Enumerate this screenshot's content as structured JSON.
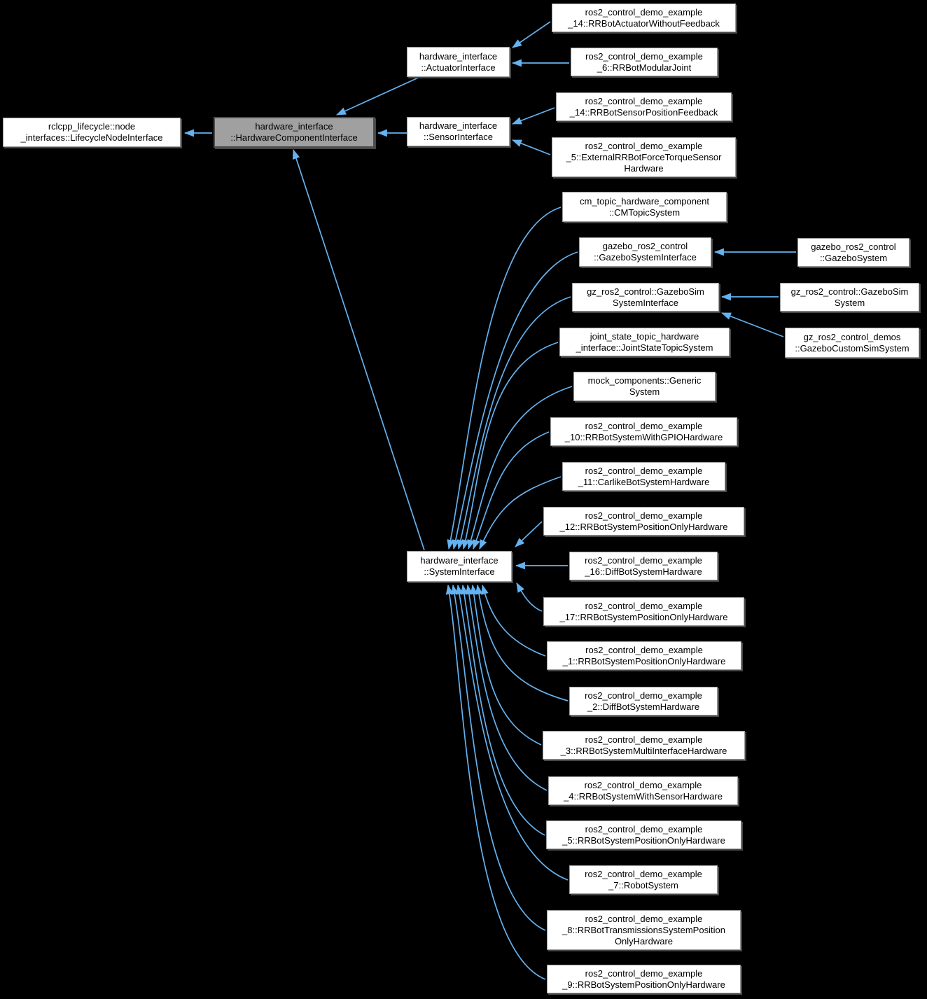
{
  "diagram": {
    "title": "Inheritance graph for hardware_interface::HardwareComponentInterface",
    "background": "#000000",
    "arrow_color": "#64b2f0",
    "node_fill": "#ffffff",
    "node_border": "#9c9c9c",
    "highlight_fill": "#a0a0a0",
    "highlight_border": "#4e4e4e",
    "text_color": "#000000"
  },
  "nodes": {
    "lifecycle": {
      "label": "rclcpp_lifecycle::node\n_interfaces::LifecycleNodeInterface"
    },
    "hci": {
      "label": "hardware_interface\n::HardwareComponentInterface",
      "highlighted": true
    },
    "actuator": {
      "label": "hardware_interface\n::ActuatorInterface"
    },
    "sensor": {
      "label": "hardware_interface\n::SensorInterface"
    },
    "system": {
      "label": "hardware_interface\n::SystemInterface"
    },
    "ex14a": {
      "label": "ros2_control_demo_example\n_14::RRBotActuatorWithoutFeedback"
    },
    "ex6": {
      "label": "ros2_control_demo_example\n_6::RRBotModularJoint"
    },
    "ex14s": {
      "label": "ros2_control_demo_example\n_14::RRBotSensorPositionFeedback"
    },
    "ex5ft": {
      "label": "ros2_control_demo_example\n_5::ExternalRRBotForceTorqueSensor\nHardware"
    },
    "cm": {
      "label": "cm_topic_hardware_component\n::CMTopicSystem"
    },
    "gzrsi": {
      "label": "gazebo_ros2_control\n::GazeboSystemInterface"
    },
    "gzsimsi": {
      "label": "gz_ros2_control::GazeboSim\nSystemInterface"
    },
    "jst": {
      "label": "joint_state_topic_hardware\n_interface::JointStateTopicSystem"
    },
    "mock": {
      "label": "mock_components::Generic\nSystem"
    },
    "ex10": {
      "label": "ros2_control_demo_example\n_10::RRBotSystemWithGPIOHardware"
    },
    "ex11": {
      "label": "ros2_control_demo_example\n_11::CarlikeBotSystemHardware"
    },
    "ex12": {
      "label": "ros2_control_demo_example\n_12::RRBotSystemPositionOnlyHardware"
    },
    "ex16": {
      "label": "ros2_control_demo_example\n_16::DiffBotSystemHardware"
    },
    "ex17": {
      "label": "ros2_control_demo_example\n_17::RRBotSystemPositionOnlyHardware"
    },
    "ex1": {
      "label": "ros2_control_demo_example\n_1::RRBotSystemPositionOnlyHardware"
    },
    "ex2": {
      "label": "ros2_control_demo_example\n_2::DiffBotSystemHardware"
    },
    "ex3": {
      "label": "ros2_control_demo_example\n_3::RRBotSystemMultiInterfaceHardware"
    },
    "ex4": {
      "label": "ros2_control_demo_example\n_4::RRBotSystemWithSensorHardware"
    },
    "ex5": {
      "label": "ros2_control_demo_example\n_5::RRBotSystemPositionOnlyHardware"
    },
    "ex7": {
      "label": "ros2_control_demo_example\n_7::RobotSystem"
    },
    "ex8": {
      "label": "ros2_control_demo_example\n_8::RRBotTransmissionsSystemPosition\nOnlyHardware"
    },
    "ex9": {
      "label": "ros2_control_demo_example\n_9::RRBotSystemPositionOnlyHardware"
    },
    "gzsys": {
      "label": "gazebo_ros2_control\n::GazeboSystem"
    },
    "gzsimsys": {
      "label": "gz_ros2_control::GazeboSim\nSystem"
    },
    "gzcustom": {
      "label": "gz_ros2_control_demos\n::GazeboCustomSimSystem"
    }
  },
  "edges": [
    {
      "derived": "hardware_interface::HardwareComponentInterface",
      "base": "rclcpp_lifecycle::node_interfaces::LifecycleNodeInterface"
    },
    {
      "derived": "hardware_interface::ActuatorInterface",
      "base": "hardware_interface::HardwareComponentInterface"
    },
    {
      "derived": "hardware_interface::SensorInterface",
      "base": "hardware_interface::HardwareComponentInterface"
    },
    {
      "derived": "hardware_interface::SystemInterface",
      "base": "hardware_interface::HardwareComponentInterface"
    },
    {
      "derived": "ros2_control_demo_example_14::RRBotActuatorWithoutFeedback",
      "base": "hardware_interface::ActuatorInterface"
    },
    {
      "derived": "ros2_control_demo_example_6::RRBotModularJoint",
      "base": "hardware_interface::ActuatorInterface"
    },
    {
      "derived": "ros2_control_demo_example_14::RRBotSensorPositionFeedback",
      "base": "hardware_interface::SensorInterface"
    },
    {
      "derived": "ros2_control_demo_example_5::ExternalRRBotForceTorqueSensorHardware",
      "base": "hardware_interface::SensorInterface"
    },
    {
      "derived": "cm_topic_hardware_component::CMTopicSystem",
      "base": "hardware_interface::SystemInterface"
    },
    {
      "derived": "gazebo_ros2_control::GazeboSystemInterface",
      "base": "hardware_interface::SystemInterface"
    },
    {
      "derived": "gz_ros2_control::GazeboSimSystemInterface",
      "base": "hardware_interface::SystemInterface"
    },
    {
      "derived": "joint_state_topic_hardware_interface::JointStateTopicSystem",
      "base": "hardware_interface::SystemInterface"
    },
    {
      "derived": "mock_components::GenericSystem",
      "base": "hardware_interface::SystemInterface"
    },
    {
      "derived": "ros2_control_demo_example_10::RRBotSystemWithGPIOHardware",
      "base": "hardware_interface::SystemInterface"
    },
    {
      "derived": "ros2_control_demo_example_11::CarlikeBotSystemHardware",
      "base": "hardware_interface::SystemInterface"
    },
    {
      "derived": "ros2_control_demo_example_12::RRBotSystemPositionOnlyHardware",
      "base": "hardware_interface::SystemInterface"
    },
    {
      "derived": "ros2_control_demo_example_16::DiffBotSystemHardware",
      "base": "hardware_interface::SystemInterface"
    },
    {
      "derived": "ros2_control_demo_example_17::RRBotSystemPositionOnlyHardware",
      "base": "hardware_interface::SystemInterface"
    },
    {
      "derived": "ros2_control_demo_example_1::RRBotSystemPositionOnlyHardware",
      "base": "hardware_interface::SystemInterface"
    },
    {
      "derived": "ros2_control_demo_example_2::DiffBotSystemHardware",
      "base": "hardware_interface::SystemInterface"
    },
    {
      "derived": "ros2_control_demo_example_3::RRBotSystemMultiInterfaceHardware",
      "base": "hardware_interface::SystemInterface"
    },
    {
      "derived": "ros2_control_demo_example_4::RRBotSystemWithSensorHardware",
      "base": "hardware_interface::SystemInterface"
    },
    {
      "derived": "ros2_control_demo_example_5::RRBotSystemPositionOnlyHardware",
      "base": "hardware_interface::SystemInterface"
    },
    {
      "derived": "ros2_control_demo_example_7::RobotSystem",
      "base": "hardware_interface::SystemInterface"
    },
    {
      "derived": "ros2_control_demo_example_8::RRBotTransmissionsSystemPositionOnlyHardware",
      "base": "hardware_interface::SystemInterface"
    },
    {
      "derived": "ros2_control_demo_example_9::RRBotSystemPositionOnlyHardware",
      "base": "hardware_interface::SystemInterface"
    },
    {
      "derived": "gazebo_ros2_control::GazeboSystem",
      "base": "gazebo_ros2_control::GazeboSystemInterface"
    },
    {
      "derived": "gz_ros2_control::GazeboSimSystem",
      "base": "gz_ros2_control::GazeboSimSystemInterface"
    },
    {
      "derived": "gz_ros2_control_demos::GazeboCustomSimSystem",
      "base": "gz_ros2_control::GazeboSimSystemInterface"
    }
  ]
}
